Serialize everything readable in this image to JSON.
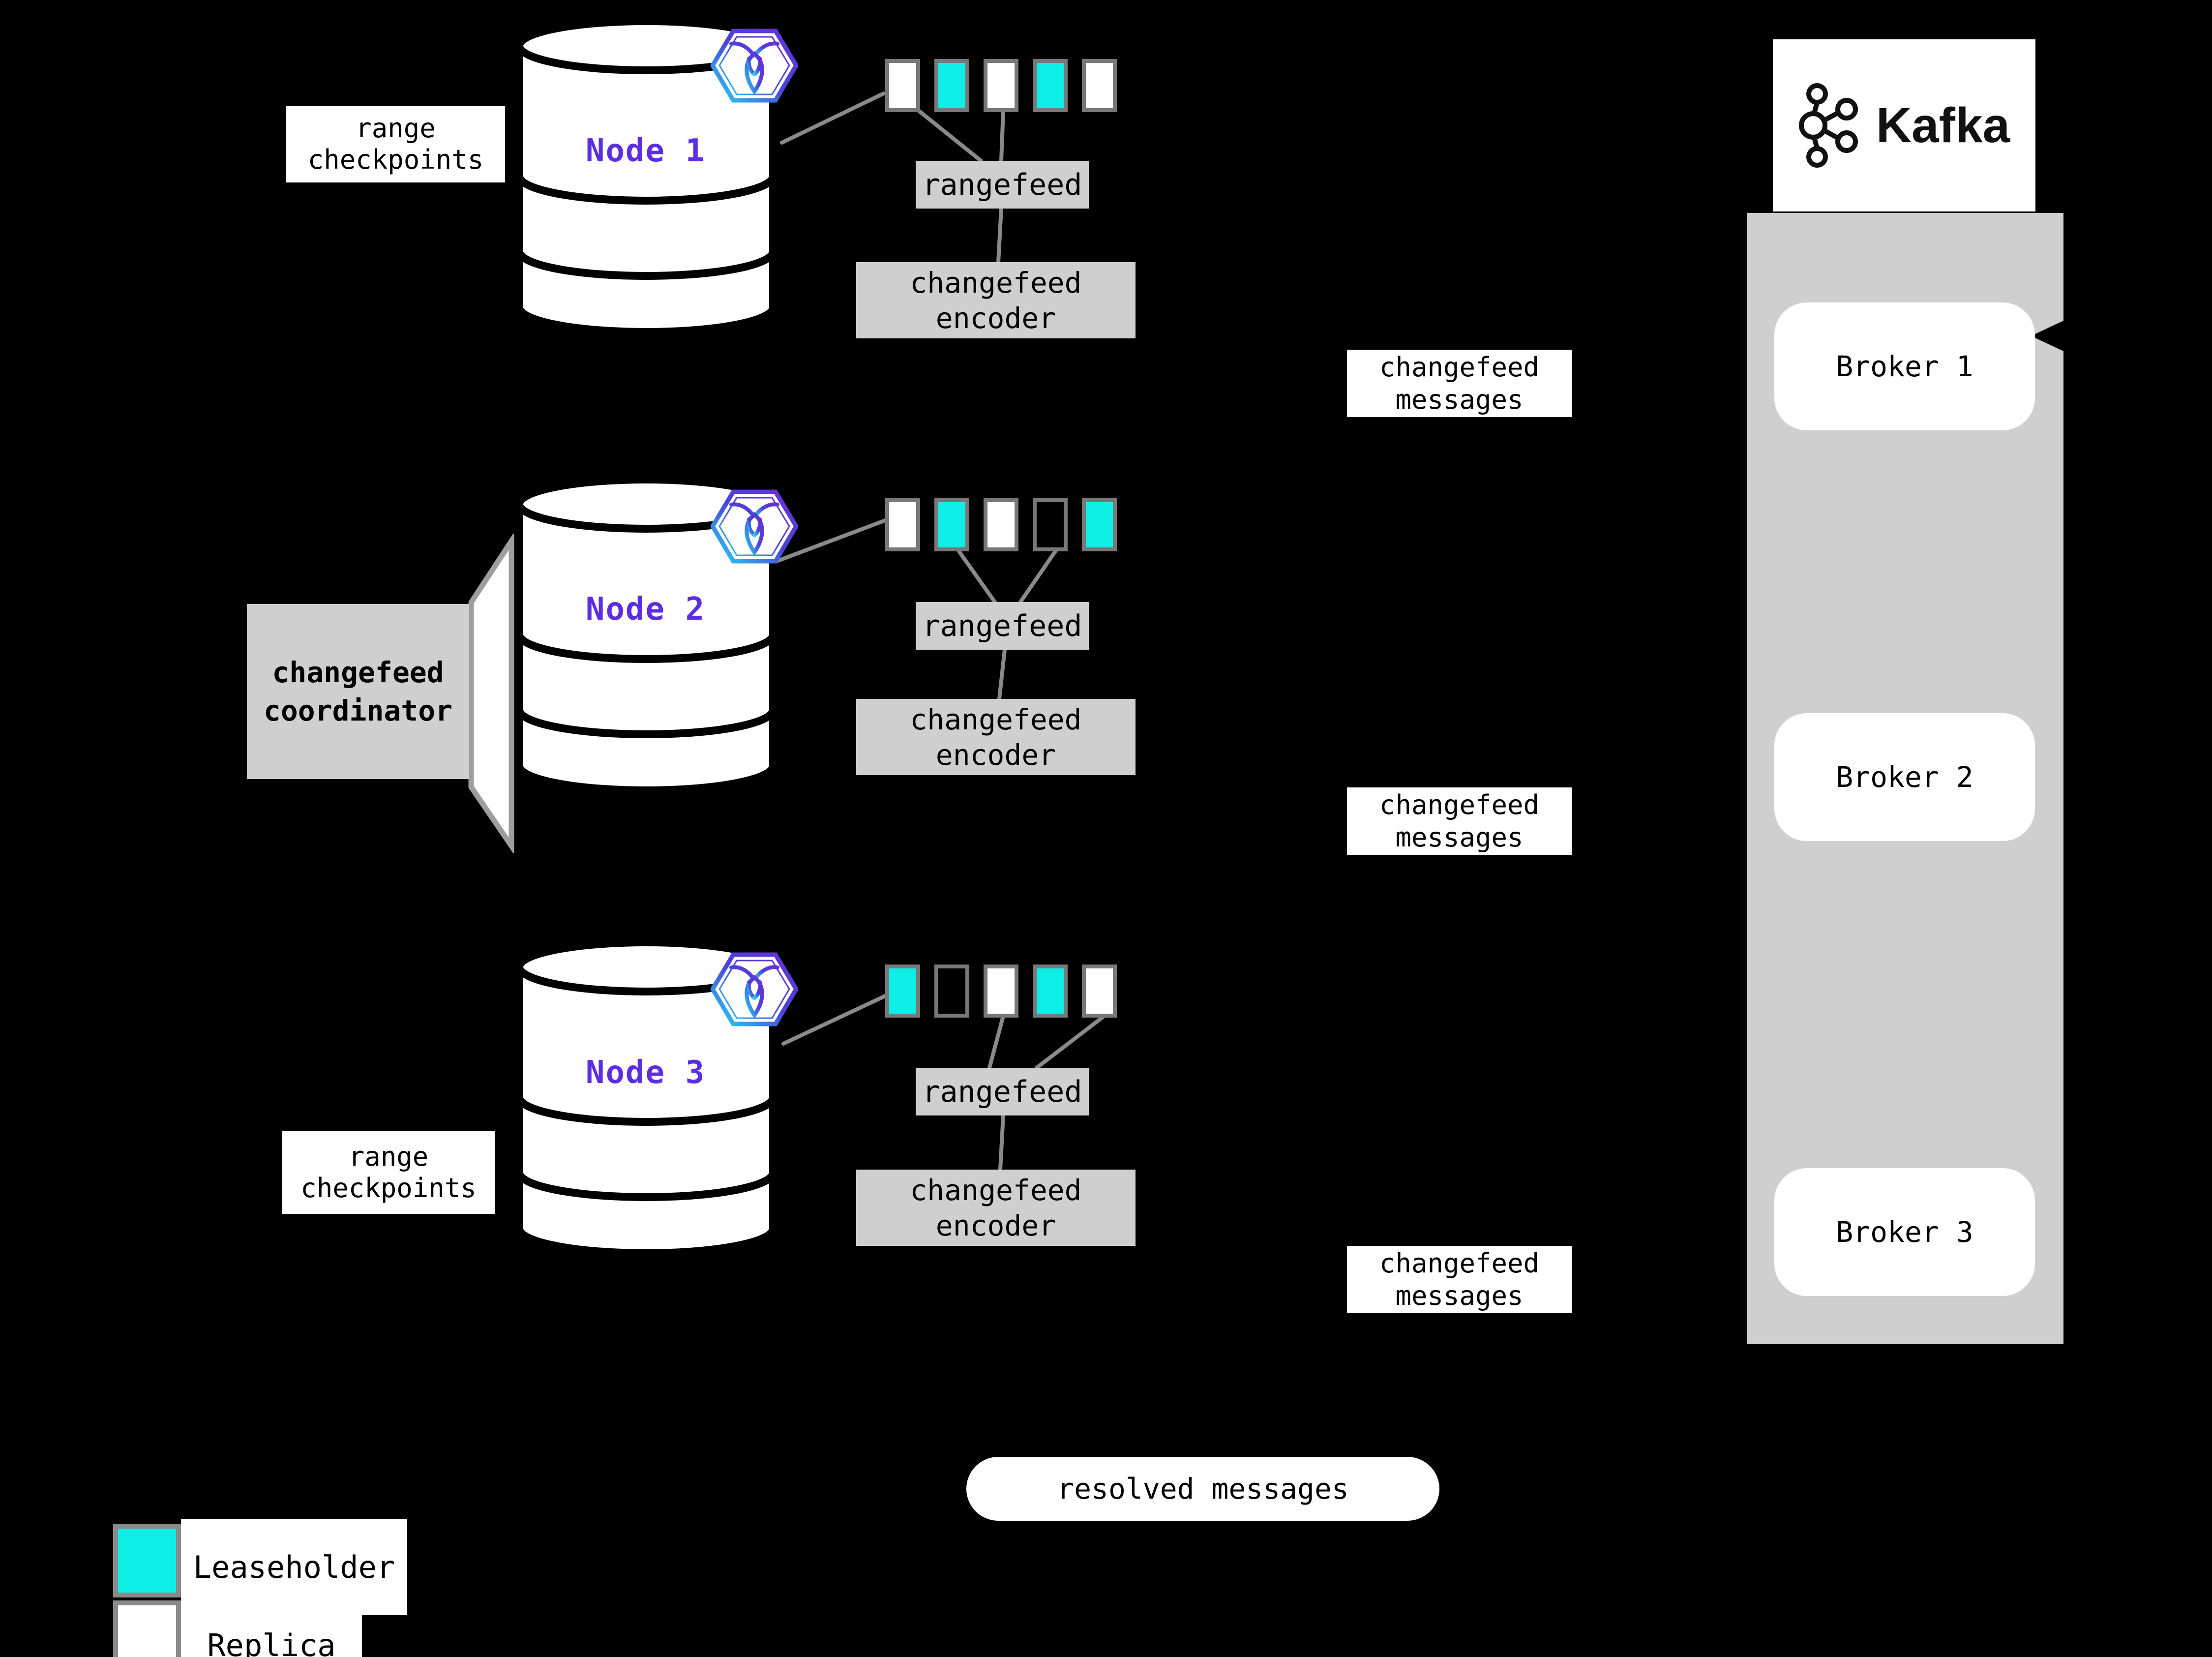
{
  "canvas": {
    "background": "#000000"
  },
  "colors": {
    "leaseholder_cyan": "#0DEFE6",
    "replica_white": "#FFFFFF",
    "panel_gray": "#CFCFCF",
    "wire_gray": "#8A8A8A",
    "swatch_border_gray": "#787878",
    "node_label_purple": "#5D2DE2"
  },
  "node_groups": [
    {
      "node_label": "Node 1",
      "side_label": "range checkpoints",
      "ranges": [
        "replica",
        "leaseholder",
        "replica",
        "leaseholder",
        "replica"
      ],
      "rangefeed_label": "rangefeed",
      "encoder_label": "changefeed encoder",
      "messages_label": "changefeed messages"
    },
    {
      "node_label": "Node 2",
      "side_label": "changefeed coordinator",
      "ranges": [
        "replica",
        "leaseholder",
        "replica",
        "empty",
        "leaseholder"
      ],
      "rangefeed_label": "rangefeed",
      "encoder_label": "changefeed encoder",
      "messages_label": "changefeed messages"
    },
    {
      "node_label": "Node 3",
      "side_label": "range checkpoints",
      "ranges": [
        "leaseholder",
        "empty",
        "replica",
        "leaseholder",
        "replica"
      ],
      "rangefeed_label": "rangefeed",
      "encoder_label": "changefeed encoder",
      "messages_label": "changefeed messages"
    }
  ],
  "kafka": {
    "logo_text": "Kafka",
    "brokers": [
      {
        "label": "Broker 1"
      },
      {
        "label": "Broker 2"
      },
      {
        "label": "Broker 3"
      }
    ]
  },
  "resolved_pill": {
    "label": "resolved messages"
  },
  "legend": {
    "items": [
      {
        "swatch": "leaseholder",
        "label": "Leaseholder"
      },
      {
        "swatch": "replica",
        "label": "Replica"
      }
    ]
  }
}
